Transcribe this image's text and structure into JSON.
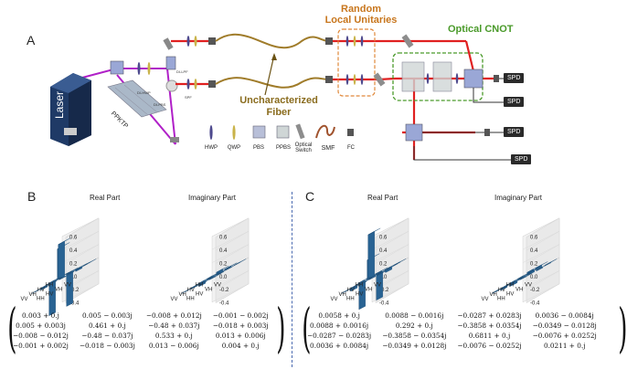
{
  "panels": {
    "a": "A",
    "b": "B",
    "c": "C"
  },
  "setup": {
    "laser": "Laser",
    "crystal": "PPKTP",
    "fiber": "Uncharacterized\nFiber",
    "unitaries": "Random\nLocal Unitaries",
    "cnot": "Optical CNOT",
    "spd": "SPD",
    "small_labels": [
      "DI-HWP",
      "DI-PBS",
      "DI-LPF",
      "SPF"
    ]
  },
  "legend": [
    {
      "label": "HWP",
      "icon": "hwp-icon",
      "color": "#4e4a8e"
    },
    {
      "label": "QWP",
      "icon": "qwp-icon",
      "color": "#c9b34a"
    },
    {
      "label": "PBS",
      "icon": "pbs-icon",
      "color": "#b8bfd8"
    },
    {
      "label": "PPBS",
      "icon": "ppbs-icon",
      "color": "#cfd6d6"
    },
    {
      "label": "Optical\nSwitch",
      "icon": "optical-switch-icon",
      "color": "#8d8d8d"
    },
    {
      "label": "SMF",
      "icon": "smf-icon",
      "color": "#a0522d"
    },
    {
      "label": "FC",
      "icon": "fc-icon",
      "color": "#555555"
    }
  ],
  "colors": {
    "beam": "#e02020",
    "pump": "#b020c8",
    "fiber": "#a07c2a",
    "bar": "#2e6ea3",
    "flat": "#4a8ec0"
  },
  "chart_data": [
    {
      "type": "bar3d",
      "panel": "B",
      "title": "Real Part",
      "categories": [
        "HH",
        "HV",
        "VH",
        "VV"
      ],
      "zticks": [
        "0.6",
        "0.4",
        "0.2",
        "0.0",
        "-0.2",
        "-0.4"
      ],
      "values": [
        [
          0.003,
          0.005,
          -0.008,
          -0.001
        ],
        [
          0.005,
          0.461,
          -0.48,
          -0.018
        ],
        [
          -0.008,
          -0.48,
          0.533,
          0.013
        ],
        [
          -0.001,
          -0.018,
          0.013,
          0.004
        ]
      ]
    },
    {
      "type": "bar3d",
      "panel": "B",
      "title": "Imaginary Part",
      "categories": [
        "HH",
        "HV",
        "VH",
        "VV"
      ],
      "zticks": [
        "0.6",
        "0.4",
        "0.2",
        "0.0",
        "-0.2",
        "-0.4"
      ],
      "values": [
        [
          0,
          -0.003,
          0.012,
          -0.002
        ],
        [
          0.003,
          0,
          0.037,
          0.003
        ],
        [
          -0.012,
          -0.037,
          0,
          0.006
        ],
        [
          0.002,
          -0.003,
          -0.006,
          0
        ]
      ]
    },
    {
      "type": "bar3d",
      "panel": "C",
      "title": "Real Part",
      "categories": [
        "HH",
        "HV",
        "VH",
        "VV"
      ],
      "zticks": [
        "0.6",
        "0.4",
        "0.2",
        "0.0",
        "-0.2",
        "-0.4"
      ],
      "values": [
        [
          0.0058,
          0.0088,
          -0.0287,
          0.0036
        ],
        [
          0.0088,
          0.292,
          -0.3858,
          -0.0349
        ],
        [
          -0.0287,
          -0.3858,
          0.6811,
          -0.0076
        ],
        [
          0.0036,
          -0.0349,
          -0.0076,
          0.0211
        ]
      ]
    },
    {
      "type": "bar3d",
      "panel": "C",
      "title": "Imaginary Part",
      "categories": [
        "HH",
        "HV",
        "VH",
        "VV"
      ],
      "zticks": [
        "0.6",
        "0.4",
        "0.2",
        "0.0",
        "-0.2",
        "-0.4"
      ],
      "values": [
        [
          0,
          -0.0016,
          0.0283,
          -0.0084
        ],
        [
          0.0016,
          0,
          0.0354,
          -0.0128
        ],
        [
          -0.0283,
          -0.0354,
          0,
          0.0252
        ],
        [
          0.0084,
          0.0128,
          -0.0252,
          0
        ]
      ]
    }
  ],
  "matrix_b": [
    [
      "0.003 + 0.j",
      "0.005 − 0.003j",
      "−0.008 + 0.012j",
      "−0.001 − 0.002j"
    ],
    [
      "0.005 + 0.003j",
      "0.461 + 0.j",
      "−0.48 + 0.037j",
      "−0.018 + 0.003j"
    ],
    [
      "−0.008 − 0.012j",
      "−0.48 − 0.037j",
      "0.533 + 0.j",
      "0.013 + 0.006j"
    ],
    [
      "−0.001 + 0.002j",
      "−0.018 − 0.003j",
      "0.013 − 0.006j",
      "0.004 + 0.j"
    ]
  ],
  "matrix_c": [
    [
      "0.0058 + 0.j",
      "0.0088 − 0.0016j",
      "−0.0287 + 0.0283j",
      "0.0036 − 0.0084j"
    ],
    [
      "0.0088 + 0.0016j",
      "0.292 + 0.j",
      "−0.3858 + 0.0354j",
      "−0.0349 − 0.0128j"
    ],
    [
      "−0.0287 − 0.0283j",
      "−0.3858 − 0.0354j",
      "0.6811 + 0.j",
      "−0.0076 + 0.0252j"
    ],
    [
      "0.0036 + 0.0084j",
      "−0.0349 + 0.0128j",
      "−0.0076 − 0.0252j",
      "0.0211 + 0.j"
    ]
  ]
}
